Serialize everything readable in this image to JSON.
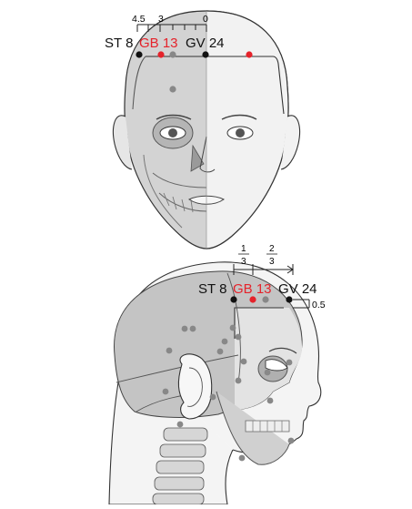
{
  "colors": {
    "accent_red": "#e5232b",
    "black": "#111111",
    "skull_gray": "#c4c4c4",
    "dark_gray": "#8c8c8c",
    "point_gray": "#888888",
    "background": "#ffffff"
  },
  "front_view": {
    "scale_ticks": [
      "4.5",
      "3",
      "0"
    ],
    "labels": {
      "st8": "ST 8",
      "gb13": "GB 13",
      "gv24": "GV 24"
    }
  },
  "side_view": {
    "fraction_left": {
      "numerator": "1",
      "denominator": "3"
    },
    "fraction_right": {
      "numerator": "2",
      "denominator": "3"
    },
    "labels": {
      "st8": "ST 8",
      "gb13": "GB 13",
      "gv24": "GV 24"
    },
    "offset": "0.5"
  }
}
